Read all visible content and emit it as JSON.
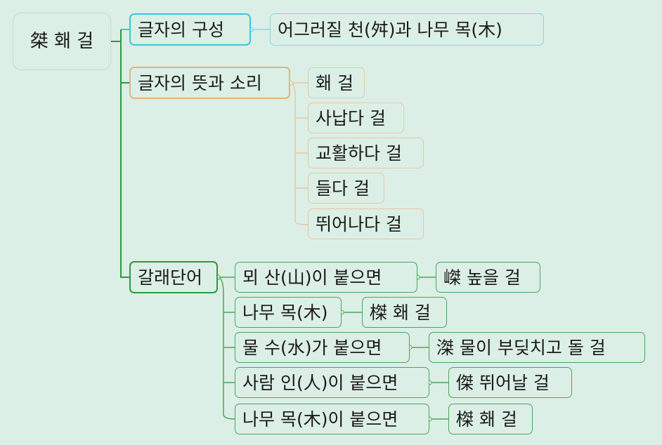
{
  "root": {
    "label": "桀 홰 걸"
  },
  "branches": [
    {
      "label": "글자의 구성",
      "children": [
        {
          "label": "어그러질 천(舛)과 나무 목(木)"
        }
      ]
    },
    {
      "label": "글자의 뜻과 소리",
      "children": [
        {
          "label": "홰 걸"
        },
        {
          "label": "사납다 걸"
        },
        {
          "label": "교활하다 걸"
        },
        {
          "label": "들다 걸"
        },
        {
          "label": "뛰어나다 걸"
        }
      ]
    },
    {
      "label": "갈래단어",
      "children": [
        {
          "label": "뫼 산(山)이 붙으면",
          "leaf": "嵥 높을 걸"
        },
        {
          "label": "나무 목(木)",
          "leaf": "榤 홰 걸"
        },
        {
          "label": "물 수(水)가 붙으면",
          "leaf": "滐 물이 부딪치고 돌 걸"
        },
        {
          "label": "사람 인(人)이 붙으면",
          "leaf": "傑 뛰어날 걸"
        },
        {
          "label": "나무 목(木)이 붙으면",
          "leaf": "榤 홰 걸"
        }
      ]
    }
  ],
  "colors": {
    "background": "#dcefe6",
    "structure": "#3fc4dc",
    "meaning": "#e4b37c",
    "derived": "#2d9a44"
  }
}
